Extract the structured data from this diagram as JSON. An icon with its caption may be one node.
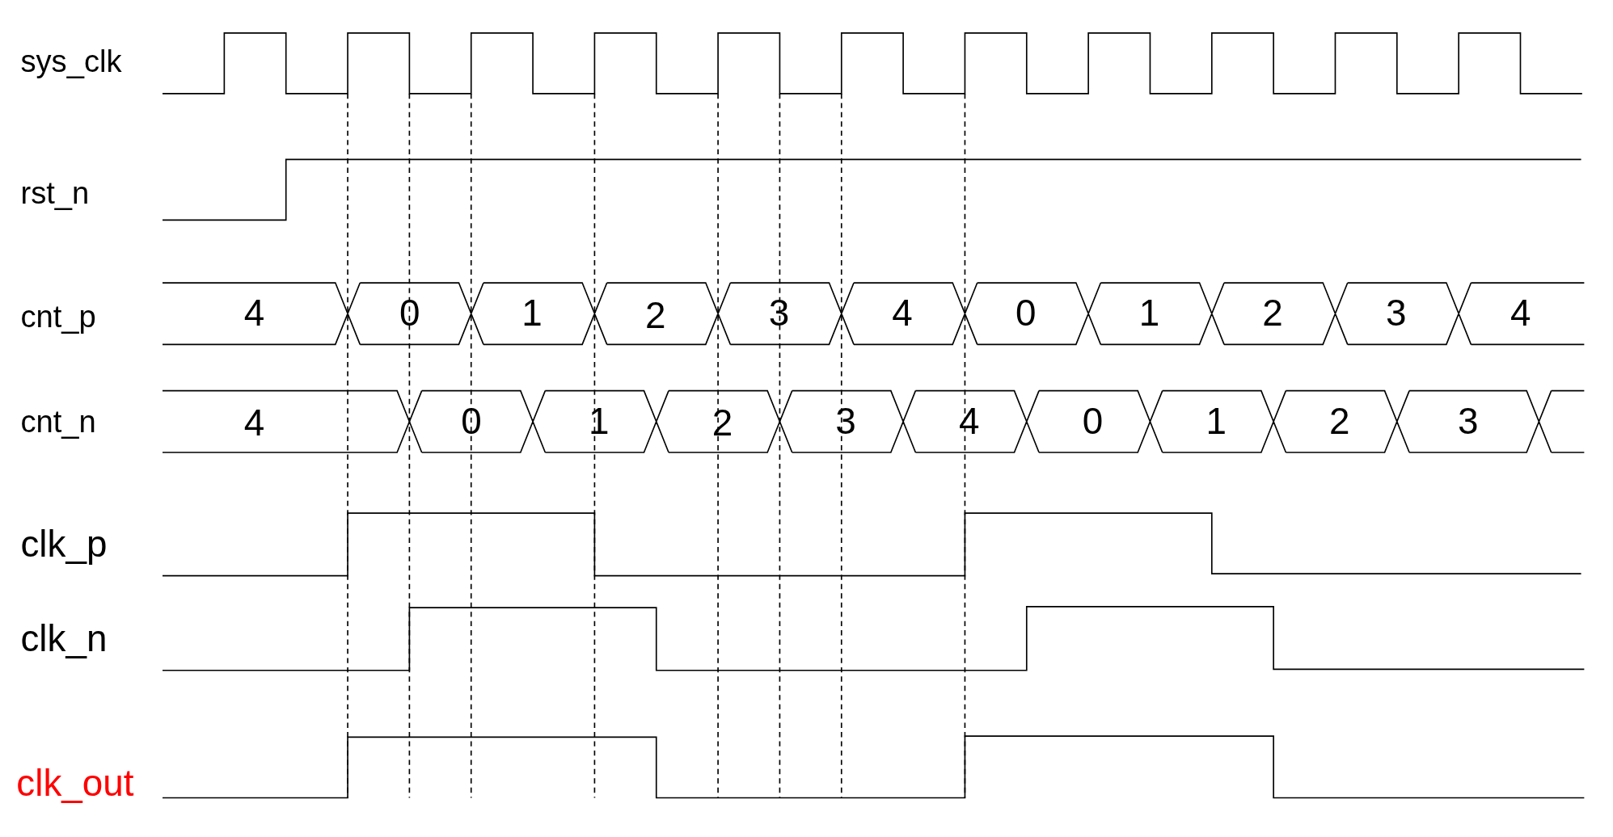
{
  "diagram": {
    "labels": [
      "sys_clk",
      "rst_n",
      "cnt_p",
      "4",
      "0",
      "1",
      "2",
      "3",
      "4",
      "0",
      "1",
      "2",
      "3",
      "4",
      "cnt_n",
      "4",
      "0",
      "1",
      "2",
      "3",
      "4",
      "0",
      "1",
      "2",
      "3",
      "clk_p",
      "clk_n",
      "clk_out"
    ]
  }
}
